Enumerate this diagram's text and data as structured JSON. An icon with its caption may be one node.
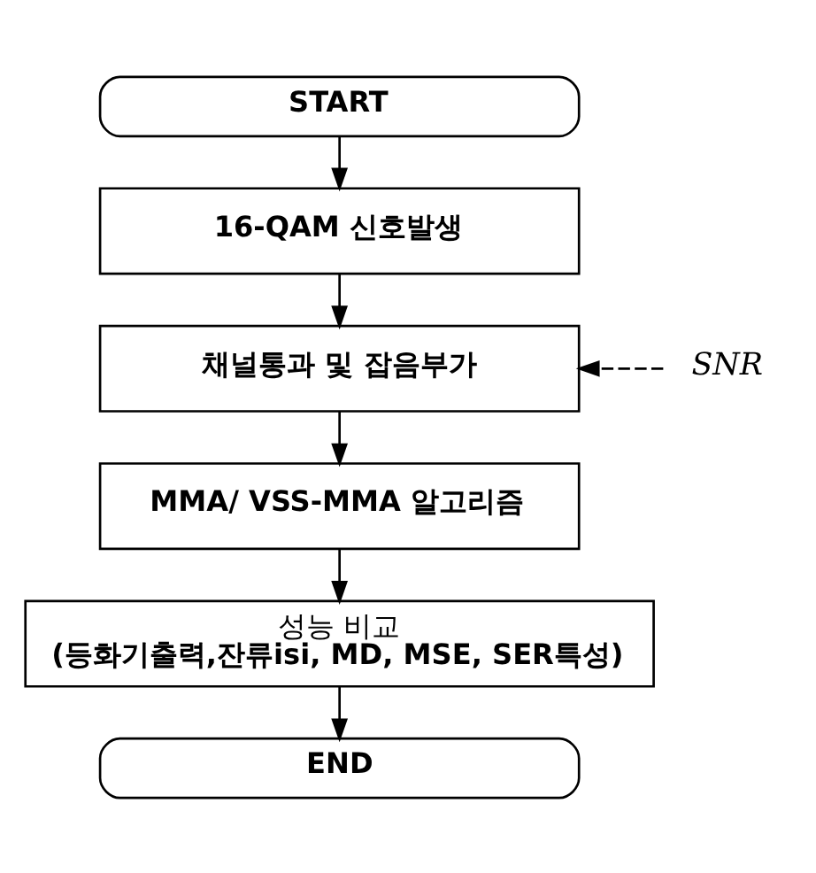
{
  "diagram": {
    "nodes": [
      {
        "text": [
          "START"
        ]
      },
      {
        "text": [
          "16-QAM 신호발생"
        ]
      },
      {
        "text": [
          "채널통과 및 잡음부가"
        ]
      },
      {
        "text": [
          "SNR"
        ]
      },
      {
        "text": [
          "MMA/ VSS-MMA 알고리즘"
        ]
      },
      {
        "text": [
          "성능 비교",
          "(등화기출력,잔류isi, MD, MSE, SER특성)"
        ]
      },
      {
        "text": [
          "END"
        ]
      }
    ],
    "edges": [
      {
        "from": 0,
        "to": 1,
        "arrow": "to"
      },
      {
        "from": 1,
        "to": 2,
        "arrow": "to"
      },
      {
        "from": 3,
        "to": 2,
        "arrow": "to",
        "style": "dashed"
      },
      {
        "from": 2,
        "to": 4,
        "arrow": "to"
      },
      {
        "from": 4,
        "to": 5,
        "arrow": "to"
      },
      {
        "from": 5,
        "to": 6,
        "arrow": "to"
      }
    ]
  }
}
